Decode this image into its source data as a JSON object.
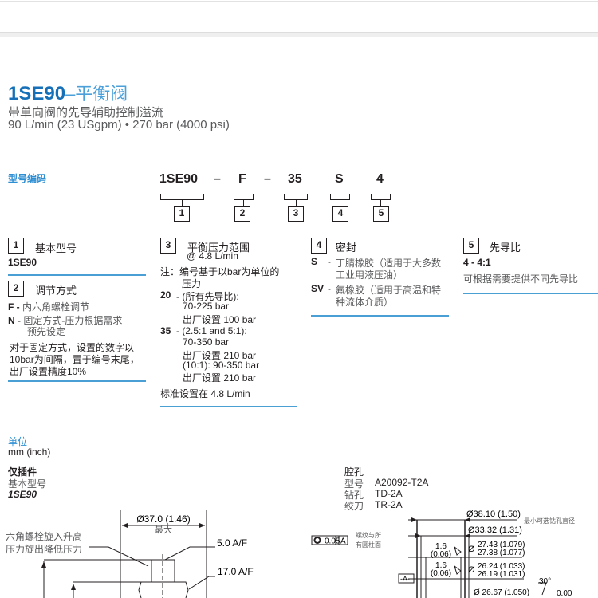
{
  "header": {
    "model": "1SE90",
    "title_suffix": "–平衡阀",
    "subtitle": "带单向阀的先导辅助控制溢流",
    "specs": "90 L/min (23 USgpm) • 270 bar (4000 psi)"
  },
  "ordering": {
    "heading": "型号编码",
    "code_parts": [
      "1SE90",
      "–",
      "F",
      "–",
      "35",
      "S",
      "4"
    ],
    "box_numbers": [
      "1",
      "2",
      "3",
      "4",
      "5"
    ]
  },
  "sections": {
    "s1": {
      "num": "1",
      "title": "基本型号",
      "value": "1SE90"
    },
    "s2": {
      "num": "2",
      "title": "调节方式",
      "items": [
        {
          "code": "F -",
          "text": "内六角螺栓调节"
        },
        {
          "code": "N -",
          "text": "固定方式-压力根据需求",
          "text2": "预先设定"
        }
      ],
      "note": [
        "对于固定方式，设置的数字以",
        "10bar为间隔，置于编号末尾，",
        "出厂设置精度10%"
      ]
    },
    "s3": {
      "num": "3",
      "title": "平衡压力范围",
      "title2": "@ 4.8 L/min",
      "note": [
        "注：编号基于以bar为单位的",
        "压力"
      ],
      "opt20": {
        "code": "20",
        "lines": [
          "- (所有先导比):",
          "70-225 bar",
          "出厂设置 100 bar"
        ]
      },
      "opt35": {
        "code": "35",
        "lines": [
          "- (2.5:1 and 5:1):",
          "70-350 bar",
          "出厂设置 210 bar",
          "(10:1): 90-350 bar",
          "出厂设置 210 bar"
        ]
      },
      "footer": "标准设置在 4.8 L/min"
    },
    "s4": {
      "num": "4",
      "title": "密封",
      "items": [
        {
          "code": "S",
          "dash": "-",
          "text": "丁腈橡胶（适用于大多数",
          "text2": "工业用液压油）"
        },
        {
          "code": "SV",
          "dash": "-",
          "text": "氟橡胶（适用于高温和特",
          "text2": "种流体介质）"
        }
      ]
    },
    "s5": {
      "num": "5",
      "title": "先导比",
      "value": "4 - 4:1",
      "note": "可根据需要提供不同先导比"
    }
  },
  "units": {
    "label": "单位",
    "value": "mm (inch)"
  },
  "cartridge": {
    "title": "仅插件",
    "label": "基本型号",
    "model": "1SE90",
    "dim_diameter": "Ø37.0 (1.46)",
    "dim_max": "最大",
    "note1": "六角螺栓旋入升高",
    "note2": "压力旋出降低压力",
    "af_small": "5.0 A/F",
    "af_large": "17.0 A/F"
  },
  "cavity": {
    "title": "腔孔",
    "rows": [
      {
        "label": "型号",
        "value": "A20092-T2A"
      },
      {
        "label": "钻孔",
        "value": "TD-2A"
      },
      {
        "label": "绞刀",
        "value": "TR-2A"
      }
    ],
    "d1": "Ø38.10 (1.50)",
    "d1_note": "最小可选钻孔直径",
    "d2": "Ø33.32 (1.31)",
    "tolerance": "0.05",
    "datum": "A",
    "tol_note1": "螺纹与所",
    "tol_note2": "有圆柱面",
    "finish1a": "1.6",
    "finish1b": "(0.06)",
    "finish2a": "1.6",
    "finish2b": "(0.06)",
    "d3_sym": "Ø",
    "d3a": "27.43 (1.079)",
    "d3b": "27.38 (1.077)",
    "d4_sym": "Ø",
    "d4a": "26.24 (1.033)",
    "d4b": "26.19 (1.031)",
    "datum_label": "-A-",
    "angle": "30°",
    "d5": "Ø 26.67 (1.050)",
    "d6": "0.00"
  }
}
